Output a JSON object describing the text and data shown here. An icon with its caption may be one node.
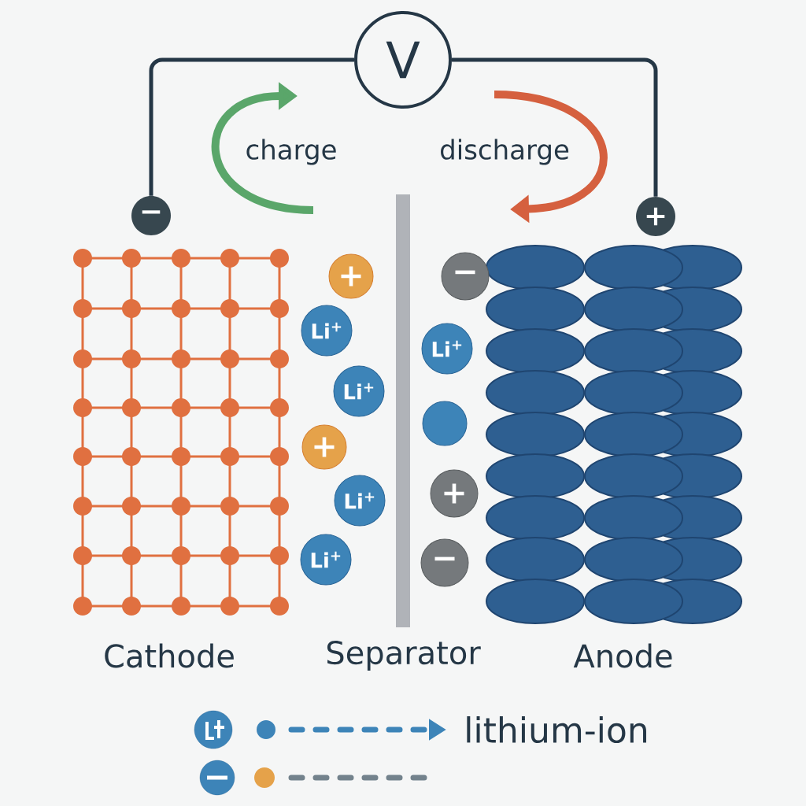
{
  "diagram": {
    "nodes": [
      {
        "text": [
          "V"
        ]
      },
      {
        "text": [
          "−"
        ]
      },
      {
        "text": [
          "+"
        ]
      },
      {
        "text": [
          "+"
        ]
      },
      {
        "text": [
          "Li$^{+}$"
        ]
      },
      {
        "text": [
          "Li$^{+}$"
        ]
      },
      {
        "text": [
          "+"
        ]
      },
      {
        "text": [
          "Li$^{+}$"
        ]
      },
      {
        "text": [
          "Li$^{+}$"
        ]
      },
      {
        "text": [
          "−"
        ]
      },
      {
        "text": [
          "Li$^{+}$"
        ]
      },
      {
        "text": [],
        "shape": "circle"
      },
      {
        "text": [
          "+"
        ]
      },
      {
        "text": [
          "−"
        ]
      }
    ],
    "edges": [
      {
        "from": 0,
        "to": 1,
        "arrow": "none"
      },
      {
        "from": 0,
        "to": 2,
        "arrow": "none"
      }
    ],
    "labels": [
      "charge",
      "discharge",
      "Cathode",
      "Separator",
      "Anode"
    ],
    "legend": [
      {
        "text": "lithium-ion"
      }
    ]
  }
}
